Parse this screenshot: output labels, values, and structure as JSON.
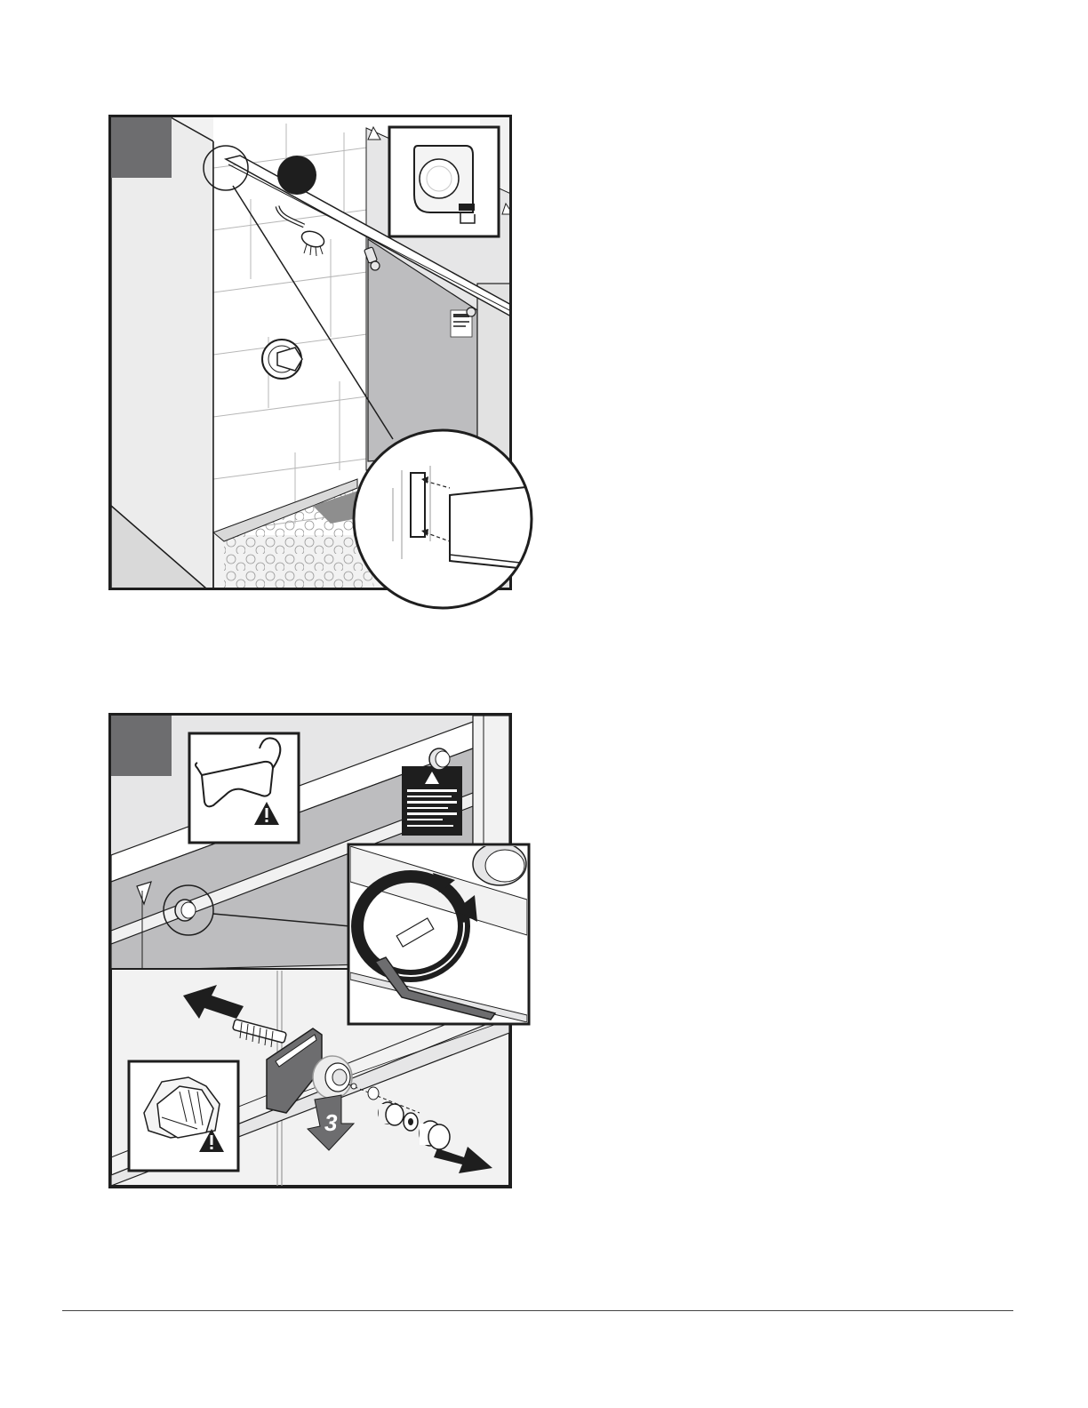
{
  "steps": [
    {
      "illustration": "sliding-door-rail-installation",
      "tool_callout": "tape-measure-icon",
      "detail_callout": "rail-end-into-wall-bracket-detail"
    },
    {
      "illustration": "roller-hardware-removal",
      "tool_callouts": [
        "safety-glasses-icon",
        "work-gloves-icon"
      ],
      "warning_icon": "warning-triangle-icon",
      "detail_callout": "hex-key-loosening-detail",
      "sequence_label": "3"
    }
  ],
  "colors": {
    "line": "#1e1e1e",
    "step_badge": "#6d6d6f",
    "glass": "#bdbdbf",
    "wall": "#e6e6e7",
    "panel_bg": "#f2f2f2"
  }
}
